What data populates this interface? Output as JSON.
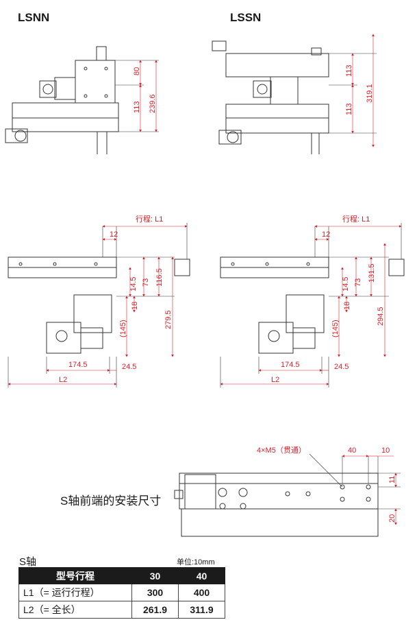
{
  "titles": {
    "lsnn": "LSNN",
    "lssn": "LSSN"
  },
  "top_left_dims": {
    "d80": "80",
    "d113": "113",
    "d239": "239.6"
  },
  "top_right_dims": {
    "d113a": "113",
    "d113b": "113",
    "d319": "319.1"
  },
  "mid_left_dims": {
    "stroke": "行程: L1",
    "d12": "12",
    "d14": "14.5",
    "d73": "73",
    "d116": "116.5",
    "d18": "18",
    "d145": "(145)",
    "d279": "279.5",
    "d174": "174.5",
    "d24": "24.5",
    "l2": "L2"
  },
  "mid_right_dims": {
    "stroke": "行程: L1",
    "d12": "12",
    "d14": "14.5",
    "d73": "73",
    "d131": "131.5",
    "d18": "18",
    "d145": "(145)",
    "d294": "294.5",
    "d174": "174.5",
    "d24": "24.5",
    "l2": "L2"
  },
  "front_dims": {
    "holes": "4×M5（贯通）",
    "d40": "40",
    "d10": "10",
    "d11": "11",
    "d20": "20"
  },
  "caption": "S轴前端的安装尺寸",
  "table": {
    "axis_title": "S轴",
    "unit": "单位:10mm",
    "headers": [
      "型号行程",
      "30",
      "40"
    ],
    "rows": [
      {
        "label": "L1（= 运行行程）",
        "v30": "300",
        "v40": "400"
      },
      {
        "label": "L2（= 全长）",
        "v30": "261.9",
        "v40": "311.9"
      }
    ]
  }
}
